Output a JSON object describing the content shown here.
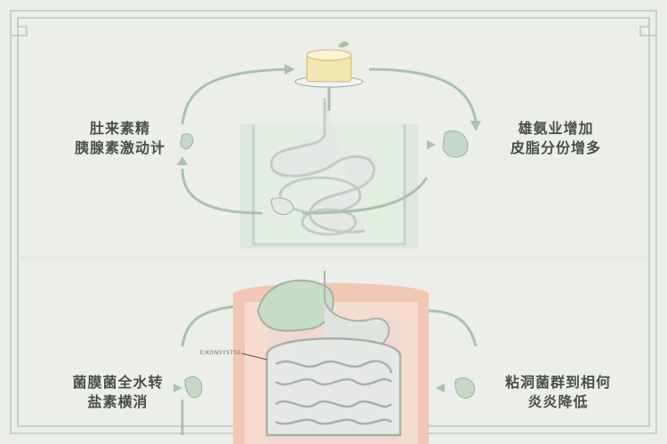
{
  "top_panel": {
    "left_label": [
      "肚来素精",
      "胰腺素激动计"
    ],
    "right_label": [
      "雄氨业增加",
      "皮脂分份增多"
    ]
  },
  "bottom_panel": {
    "left_label": [
      "菌膜菌全水转",
      "盐素横消"
    ],
    "right_label": [
      "粘洞菌群到相何",
      "炎炎降低"
    ],
    "small_annotation": "EIKONSYSTSE"
  },
  "colors": {
    "background": "#eceeea",
    "frame": "#b9c6bc",
    "arrow": "#a9c2b0",
    "organ_green": "#c6dcc6",
    "skin": "#f1c8b4"
  }
}
